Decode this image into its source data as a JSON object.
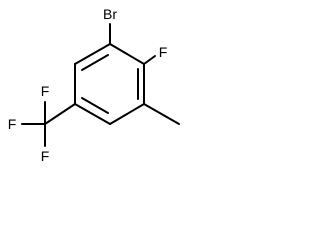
{
  "molecule": {
    "atoms": {
      "bromine": "Br",
      "fluorine_ring": "F",
      "fluorine_top": "F",
      "fluorine_left": "F",
      "fluorine_bottom": "F"
    }
  }
}
